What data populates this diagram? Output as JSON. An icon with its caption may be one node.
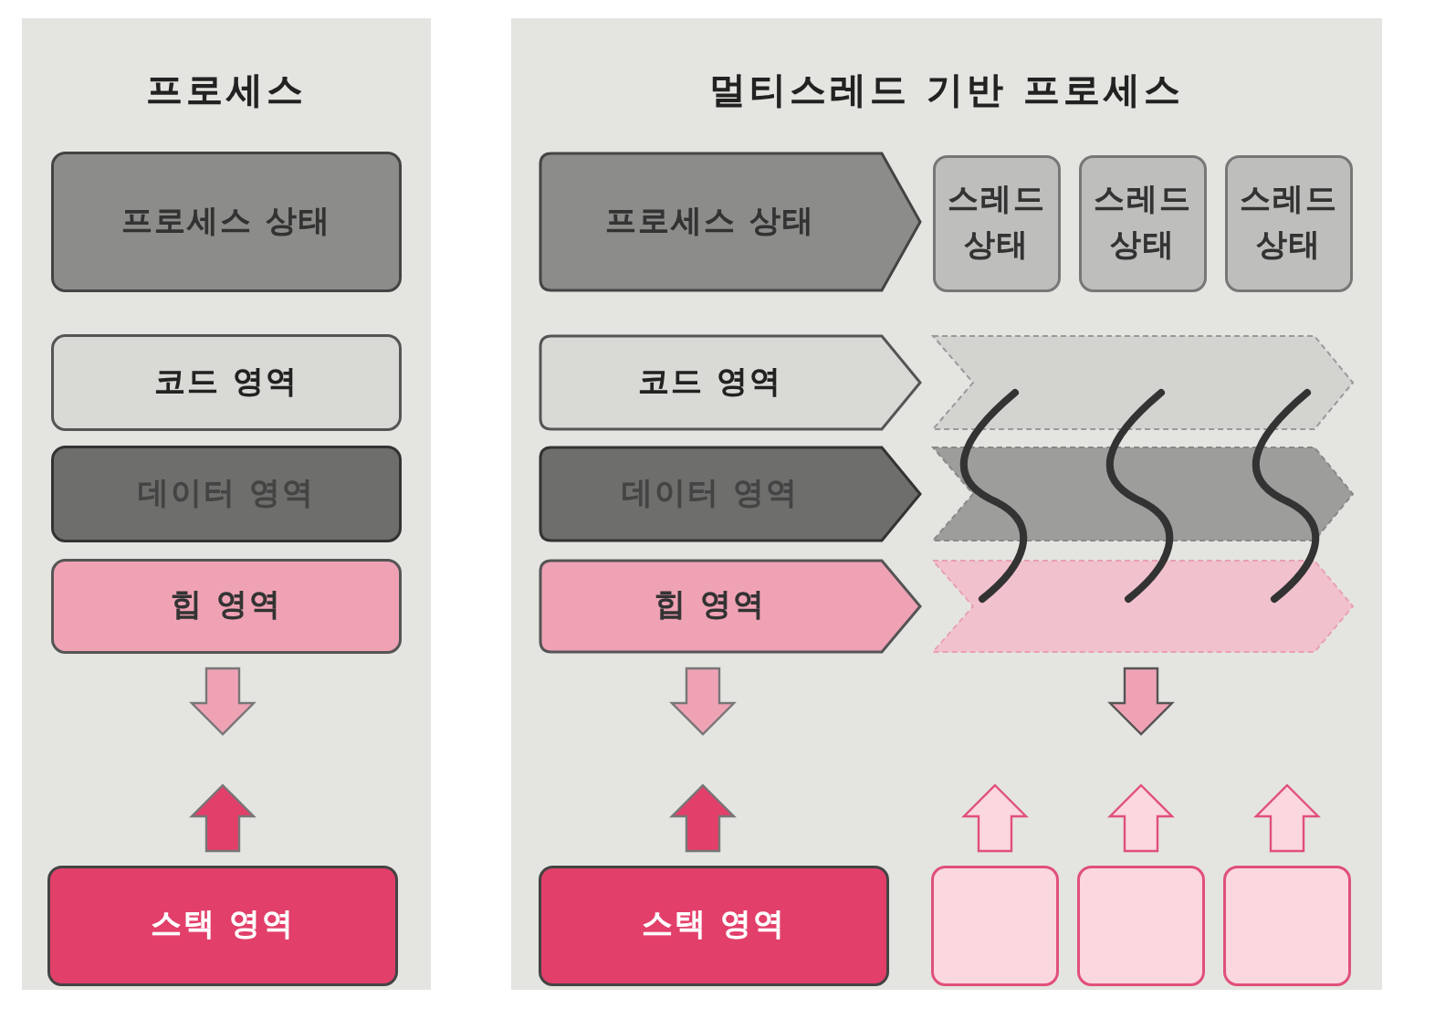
{
  "diagram": {
    "nodes": [
      {
        "text": [
          "프로세스"
        ]
      },
      {
        "text": [
          "프로세스 상태"
        ],
        "in": 0
      },
      {
        "text": [
          "코드 영역"
        ],
        "in": 0
      },
      {
        "text": [
          "데이터 영역"
        ],
        "in": 0
      },
      {
        "text": [
          "힙 영역"
        ],
        "in": 0
      },
      {
        "text": [
          "스택 영역"
        ],
        "in": 0
      },
      {
        "text": [
          "멀티스레드 기반 프로세스"
        ]
      },
      {
        "text": [
          "프로세스 상태"
        ],
        "in": 6
      },
      {
        "text": [
          "스레드 상태"
        ],
        "in": 6
      },
      {
        "text": [
          "스레드 상태"
        ],
        "in": 6
      },
      {
        "text": [
          "스레드 상태"
        ],
        "in": 6
      },
      {
        "text": [
          "코드 영역"
        ],
        "in": 6
      },
      {
        "text": [],
        "shape": "chevron",
        "in": 6
      },
      {
        "text": [
          "데이터 영역"
        ],
        "in": 6
      },
      {
        "text": [],
        "shape": "chevron",
        "in": 6
      },
      {
        "text": [
          "힙 영역"
        ],
        "in": 6
      },
      {
        "text": [],
        "shape": "chevron",
        "in": 6
      },
      {
        "text": [
          "스택 영역"
        ],
        "in": 6
      },
      {
        "text": [],
        "shape": "box",
        "in": 6
      },
      {
        "text": [],
        "shape": "box",
        "in": 6
      },
      {
        "text": [],
        "shape": "box",
        "in": 6
      }
    ],
    "edges": []
  }
}
